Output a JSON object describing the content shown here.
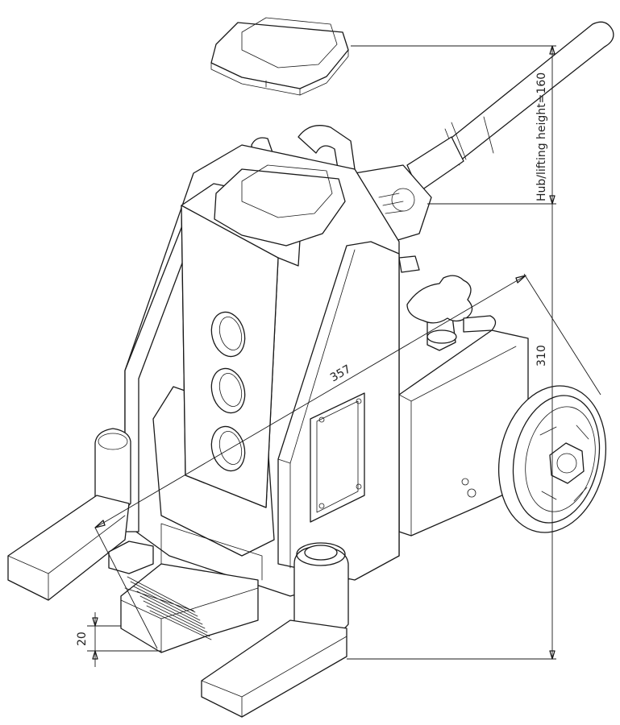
{
  "dimensions": {
    "stroke_height": "Hub/lifting height=160",
    "overall_height": "310",
    "overall_length": "357",
    "toe_height": "20"
  }
}
